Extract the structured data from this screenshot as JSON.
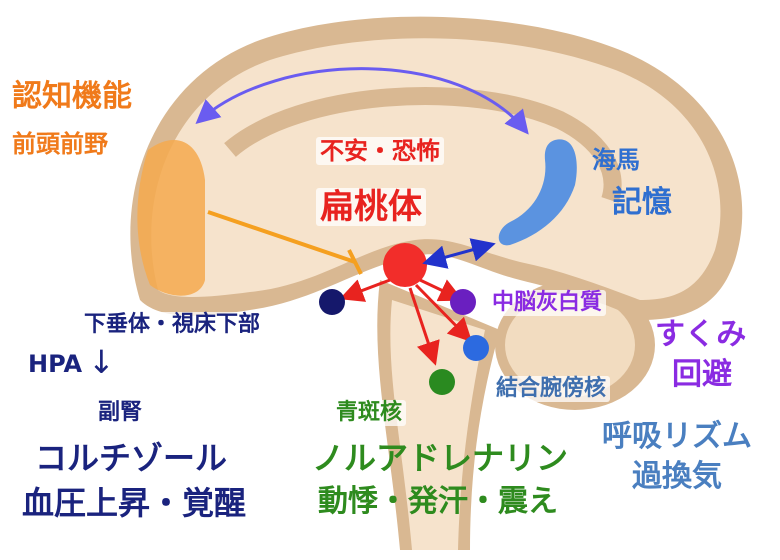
{
  "colors": {
    "orange": "#f07a1a",
    "red": "#e8231f",
    "blue": "#2f6fd0",
    "purple": "#8a2be2",
    "navy": "#1a237e",
    "green": "#2e8b1e",
    "steel": "#3f6fae"
  },
  "labels": {
    "cognition": "認知機能",
    "prefrontal": "前頭前野",
    "fear": "不安・恐怖",
    "amygdala": "扁桃体",
    "hippocampus": "海馬",
    "memory": "記憶",
    "pag": "中脳灰白質",
    "freeze": "すくみ",
    "avoid": "回避",
    "hypothalamus": "下垂体・視床下部",
    "hpa": "HPA",
    "hpa_arrow": "↓",
    "adrenal": "副腎",
    "cortisol": "コルチゾール",
    "bp": "血圧上昇・覚醒",
    "lc": "青斑核",
    "noradrenaline": "ノルアドレナリン",
    "palpitation": "動悸・発汗・震え",
    "pbn": "結合腕傍核",
    "resp": "呼吸リズム",
    "hypervent": "過換気"
  }
}
